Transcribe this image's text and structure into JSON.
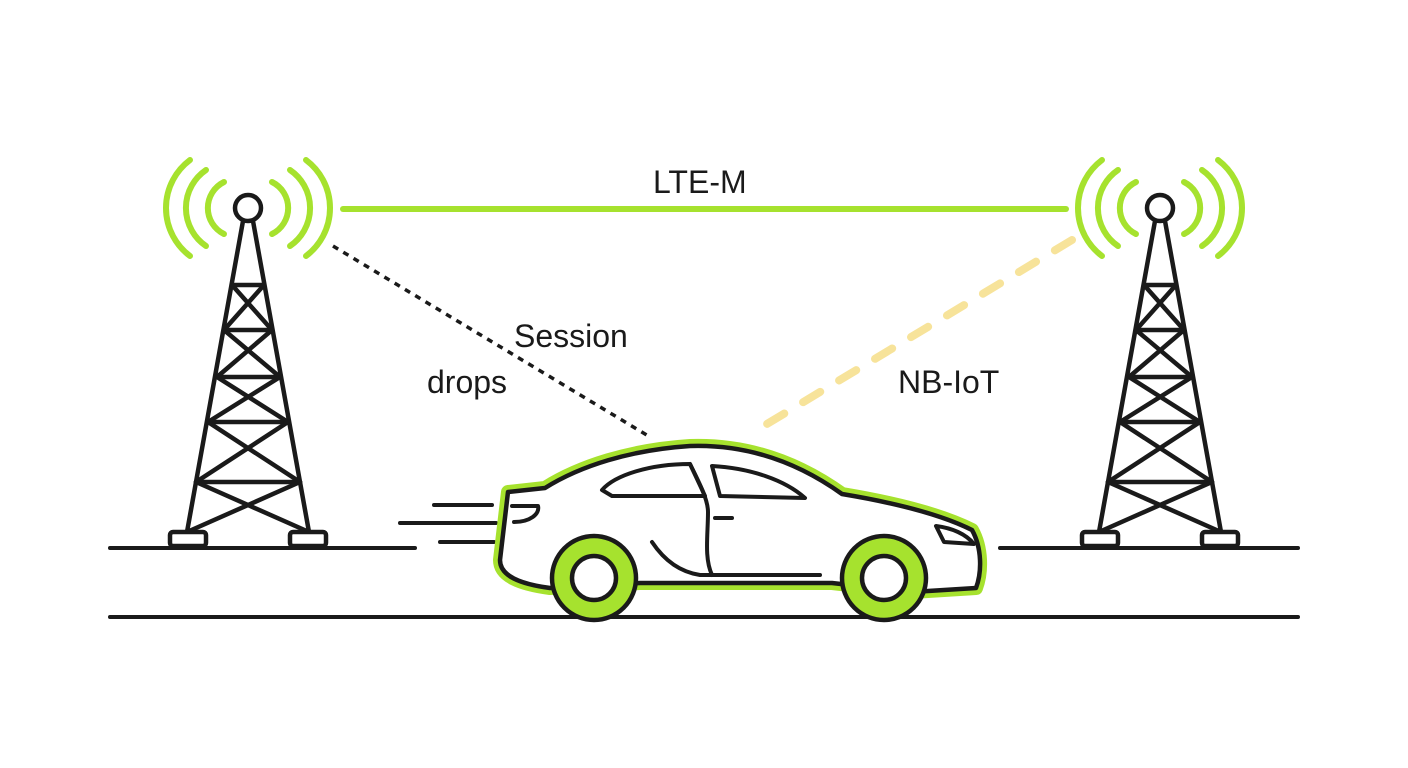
{
  "labels": {
    "lte_m": "LTE-M",
    "session": "Session",
    "drops": "drops",
    "nb_iot": "NB-IoT"
  },
  "colors": {
    "ink": "#1a1a1a",
    "signal_green": "#a6e22e",
    "nb_iot_yellow": "#f7e39a"
  }
}
